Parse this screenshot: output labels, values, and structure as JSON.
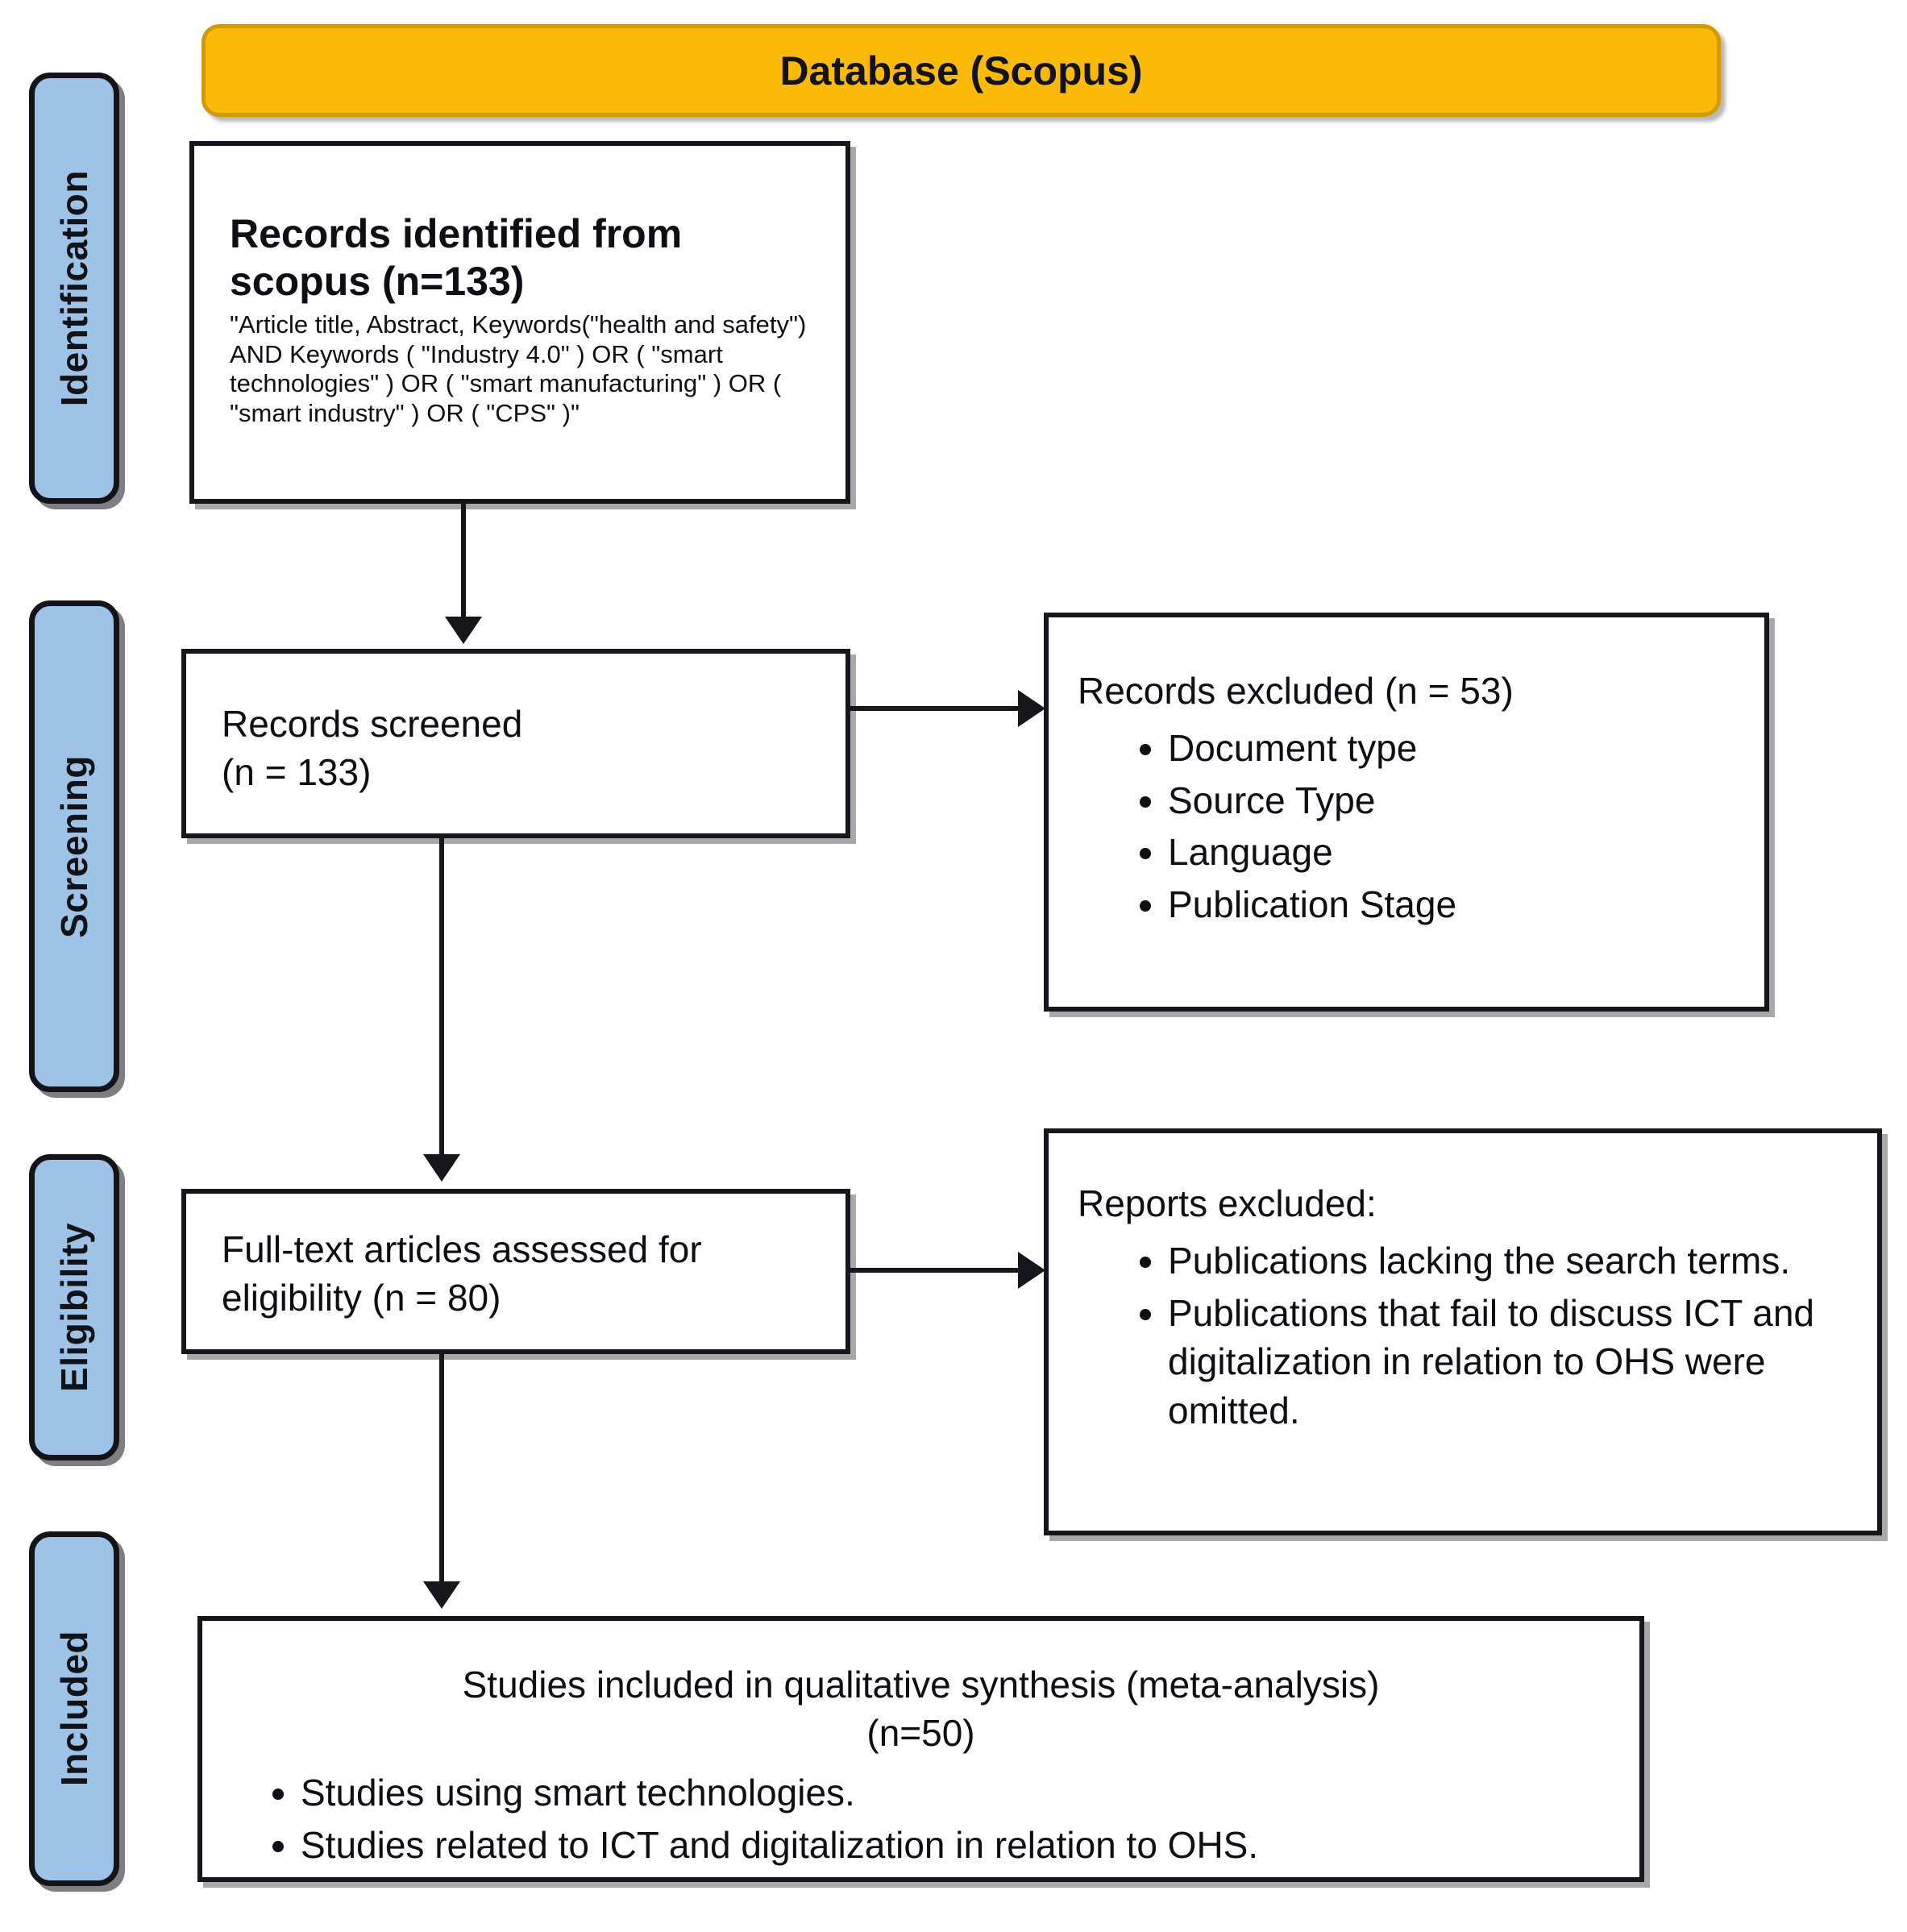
{
  "header": {
    "title": "Database (Scopus)"
  },
  "stages": [
    {
      "label": "Identification"
    },
    {
      "label": "Screening"
    },
    {
      "label": "Eligibility"
    },
    {
      "label": "Included"
    }
  ],
  "nodes": {
    "identified": {
      "title_line1": "Records identified from",
      "title_line2": "scopus (n=133)",
      "query": "\"Article title, Abstract, Keywords(\"health and safety\") AND Keywords ( \"Industry 4.0\" ) OR ( \"smart technologies\" ) OR ( \"smart manufacturing\" ) OR ( \"smart industry\" ) OR ( \"CPS\" )\""
    },
    "screened": {
      "line1": "Records screened",
      "line2": "(n = 133)"
    },
    "records_excluded": {
      "heading": "Records excluded (n = 53)",
      "items": [
        "Document type",
        "Source Type",
        "Language",
        "Publication Stage"
      ]
    },
    "fulltext": {
      "line1": "Full-text articles assessed for",
      "line2": "eligibility (n = 80)"
    },
    "reports_excluded": {
      "heading": "Reports excluded:",
      "items": [
        "Publications lacking the search terms.",
        "Publications that fail to discuss ICT and digitalization in relation to OHS were omitted."
      ]
    },
    "included": {
      "line1": "Studies included in qualitative synthesis (meta-analysis)",
      "line2": "(n=50)",
      "items": [
        "Studies using smart technologies.",
        "Studies related to ICT and digitalization in relation to OHS."
      ]
    }
  },
  "colors": {
    "header_fill": "#FBBA07",
    "stage_fill": "#9EC3E6",
    "outline": "#15171d",
    "page_background": "#FFFFFF"
  }
}
